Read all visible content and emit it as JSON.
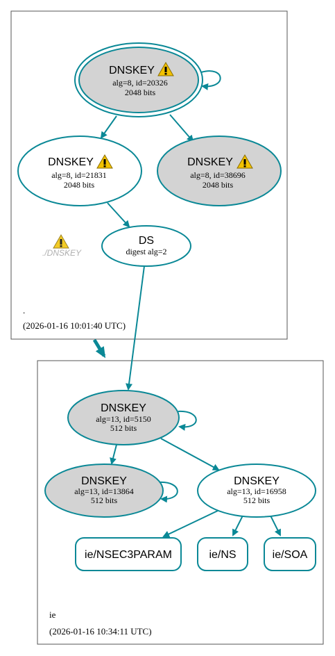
{
  "colors": {
    "edge": "#0a8896",
    "node_fill_gray": "#d3d3d3",
    "node_fill_white": "#ffffff",
    "zone_border": "#555555",
    "warning_yellow": "#f2c200",
    "faded_label": "#b0b0b0"
  },
  "zone_root": {
    "name": ".",
    "timestamp": "(2026-01-16 10:01:40 UTC)",
    "warning_label": "./DNSKEY",
    "nodes": {
      "ksk": {
        "title": "DNSKEY",
        "line1": "alg=8, id=20326",
        "line2": "2048 bits"
      },
      "zsk": {
        "title": "DNSKEY",
        "line1": "alg=8, id=21831",
        "line2": "2048 bits"
      },
      "key3": {
        "title": "DNSKEY",
        "line1": "alg=8, id=38696",
        "line2": "2048 bits"
      },
      "ds": {
        "title": "DS",
        "line1": "digest alg=2"
      }
    }
  },
  "zone_ie": {
    "name": "ie",
    "timestamp": "(2026-01-16 10:34:11 UTC)",
    "nodes": {
      "ksk": {
        "title": "DNSKEY",
        "line1": "alg=13, id=5150",
        "line2": "512 bits"
      },
      "key2": {
        "title": "DNSKEY",
        "line1": "alg=13, id=13864",
        "line2": "512 bits"
      },
      "zsk": {
        "title": "DNSKEY",
        "line1": "alg=13, id=16958",
        "line2": "512 bits"
      },
      "nsec3param": {
        "title": "ie/NSEC3PARAM"
      },
      "ns": {
        "title": "ie/NS"
      },
      "soa": {
        "title": "ie/SOA"
      }
    }
  }
}
